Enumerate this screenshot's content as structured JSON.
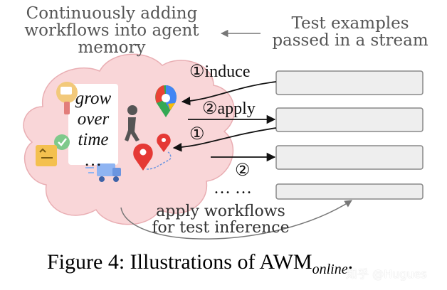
{
  "memory_title": [
    "Continuously adding",
    "workflows into agent",
    "memory"
  ],
  "stream_title": [
    "Test examples",
    "passed in a stream"
  ],
  "memory_note": [
    "grow",
    "over",
    "time",
    "…"
  ],
  "steps": {
    "induce": "①induce",
    "apply": "②apply",
    "one": "①",
    "two": "②",
    "ellipsis": "… …"
  },
  "inference_note": [
    "apply workflows",
    "for test inference"
  ],
  "caption": {
    "main": "Figure 4: Illustrations of AWM",
    "subscript": "online",
    "tail": "."
  },
  "watermark": "知乎 @Hugues",
  "icons": [
    "map-pin-icon",
    "walking-person-icon",
    "location-pin-icon",
    "chat-badge-icon",
    "package-box-icon",
    "check-badge-icon",
    "delivery-truck-icon"
  ],
  "colors": {
    "cloud": "#f9d6d8",
    "cloud_border": "#e9aeb3",
    "title_gray": "#555555",
    "box_fill": "#eeeeee",
    "box_border": "#888888"
  }
}
